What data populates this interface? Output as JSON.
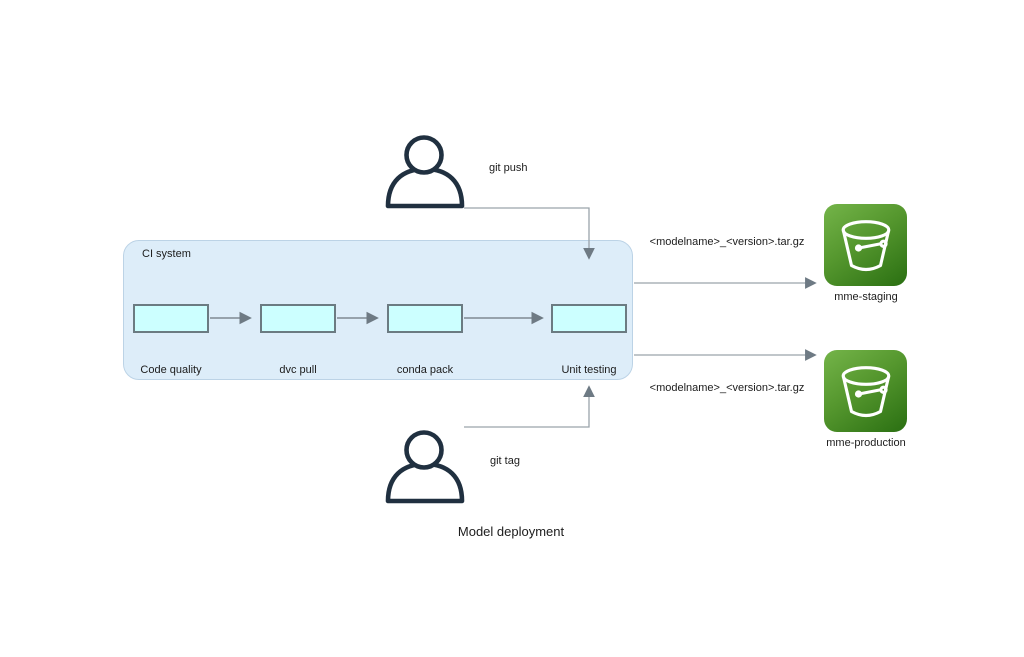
{
  "diagram": {
    "title": "Model deployment"
  },
  "ci_system": {
    "label": "CI system",
    "stages": [
      {
        "label": "Code quality"
      },
      {
        "label": "dvc pull"
      },
      {
        "label": "conda pack"
      },
      {
        "label": "Unit testing"
      }
    ]
  },
  "actors": {
    "git_push": {
      "label": "git push"
    },
    "git_tag": {
      "label": "git tag"
    }
  },
  "buckets": {
    "staging": {
      "label": "mme-staging"
    },
    "production": {
      "label": "mme-production"
    }
  },
  "artifacts": {
    "to_staging": {
      "label": "<modelname>_<version>.tar.gz"
    },
    "to_production": {
      "label": "<modelname>_<version>.tar.gz"
    }
  },
  "colors": {
    "ci_fill": "#ddedf9",
    "ci_border": "#bcd3e6",
    "stage_fill": "#ccffff",
    "stage_border": "#6b7b82",
    "connector_line": "#9aa3ab",
    "arrowhead": "#6e7a84",
    "person_outline": "#203040",
    "bucket_green_light": "#74b449",
    "bucket_green_dark": "#2a6f12",
    "text": "#1c1c1c"
  }
}
